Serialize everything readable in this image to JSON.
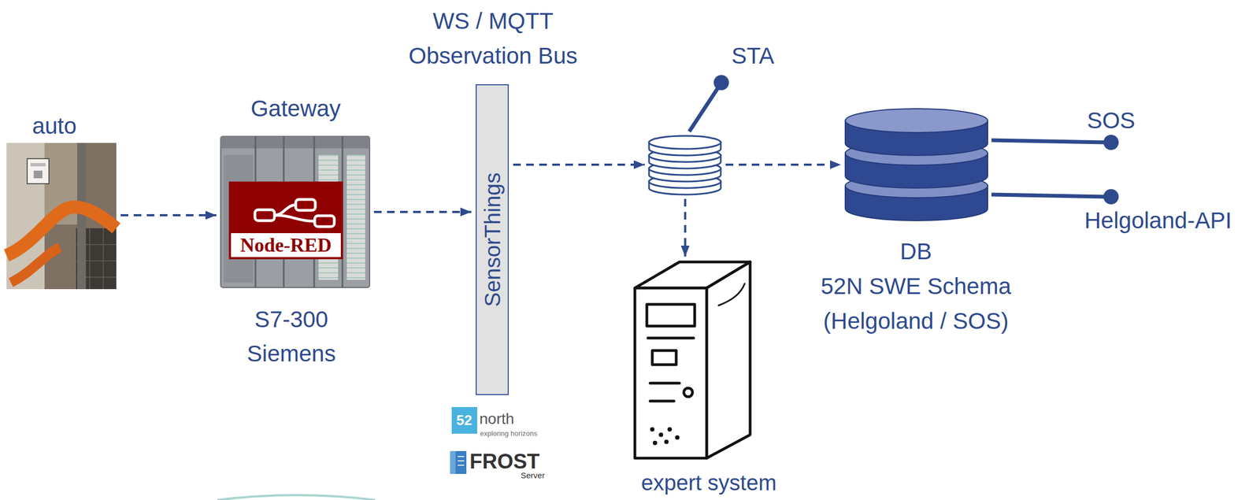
{
  "diagram": {
    "nodes": [
      {
        "text": [
          "auto"
        ]
      },
      {
        "text": [
          "Gateway",
          "S7-300 Siemens"
        ]
      },
      {
        "text": [
          "Node-RED"
        ],
        "in": 1
      },
      {
        "text": [
          "WS / MQTT Observation Bus",
          "SensorThings"
        ]
      },
      {
        "text": [
          "STA"
        ]
      },
      {
        "text": [
          "expert system"
        ]
      },
      {
        "text": [
          "DB",
          "52N SWE Schema (Helgoland / SOS)"
        ]
      }
    ],
    "edges": [
      {
        "from": 0,
        "to": 1,
        "arrow": "to"
      },
      {
        "from": 1,
        "to": 3,
        "arrow": "to"
      },
      {
        "from": 3,
        "to": 4,
        "arrow": "to"
      },
      {
        "from": 4,
        "to": 6,
        "arrow": "to"
      },
      {
        "from": 4,
        "to": 5,
        "arrow": "to"
      }
    ],
    "labels": [
      "SOS",
      "Helgoland-API",
      "52",
      "north",
      "exploring horizons",
      "FROST",
      "Server"
    ]
  }
}
